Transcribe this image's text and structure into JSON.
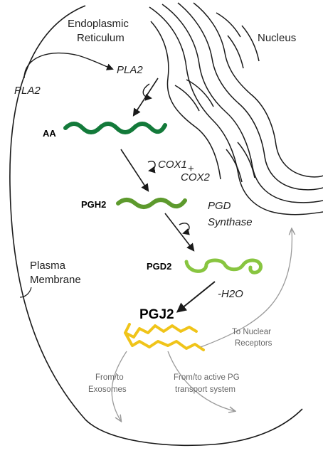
{
  "labels": {
    "er_line1": "Endoplasmic",
    "er_line2": "Reticulum",
    "nucleus": "Nucleus",
    "pla2_outside": "PLA2",
    "pla2_inside": "PLA2",
    "aa": "AA",
    "cox1": "COX1",
    "plus": "+",
    "cox2": "COX2",
    "pgh2": "PGH2",
    "pgd_synthase_line1": "PGD",
    "pgd_synthase_line2": "Synthase",
    "pgd2": "PGD2",
    "h2o": "-H2O",
    "pgj2": "PGJ2",
    "membrane_line1": "Plasma",
    "membrane_line2": "Membrane",
    "nuclear_line1": "To Nuclear",
    "nuclear_line2": "Receptors",
    "exosomes_line1": "From/to",
    "exosomes_line2": "Exosomes",
    "transport_line1": "From/to active PG",
    "transport_line2": "transport system"
  },
  "colors": {
    "aa_molecule": "#137a3a",
    "pgh2_molecule": "#5d9a2d",
    "pgd2_molecule": "#88c540",
    "pgj2_molecule": "#f0c419",
    "gray_arrow": "#9a9a9a",
    "outline": "#1a1a1a"
  }
}
